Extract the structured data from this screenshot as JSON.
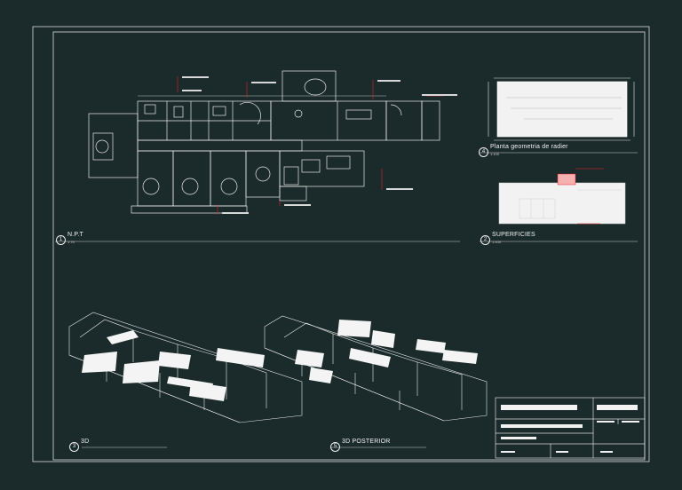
{
  "views": [
    {
      "id": "1",
      "title": "N.P.T",
      "scale": "1:75"
    },
    {
      "id": "2",
      "title": "SUPERFICIES",
      "scale": "1:100"
    },
    {
      "id": "3",
      "title": "3D",
      "scale": ""
    },
    {
      "id": "4",
      "title": "Planta geometria de radier",
      "scale": "1:100"
    },
    {
      "id": "5",
      "title": "3D POSTERIOR",
      "scale": ""
    }
  ],
  "colors": {
    "background": "#1b2a2a",
    "lines": "#eaeaea",
    "annotation": "#e8202a"
  }
}
